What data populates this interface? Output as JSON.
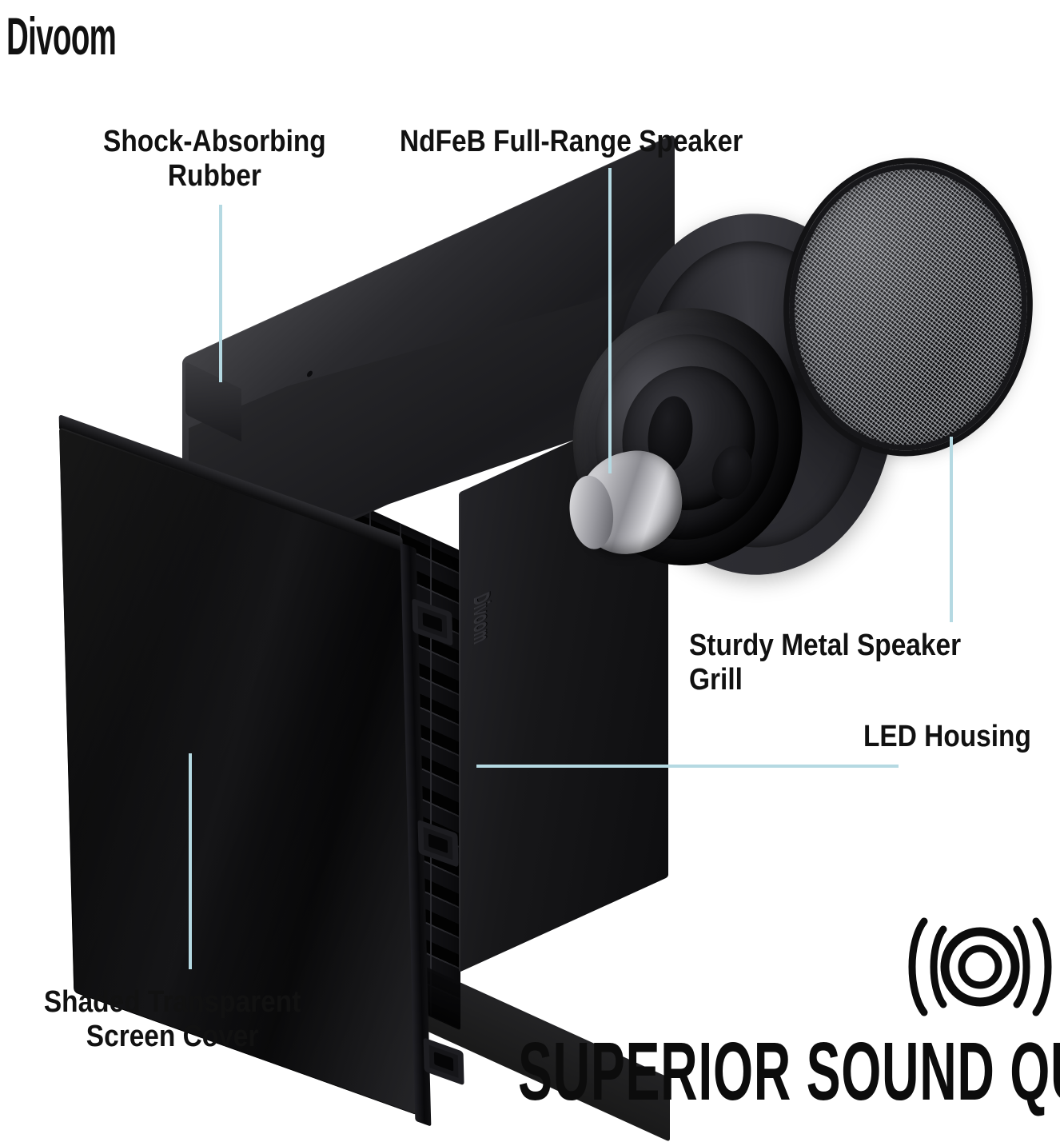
{
  "brand": {
    "name": "Divoom"
  },
  "headline": {
    "text": "SUPERIOR SOUND QUALITY"
  },
  "colors": {
    "leader_line": "#b5d9e2",
    "text": "#111111",
    "background": "#ffffff",
    "product_body": "#1a1a1d",
    "magnet_silver": "#c9c9cd"
  },
  "callouts": [
    {
      "id": "shock-absorbing-rubber",
      "label": "Shock-Absorbing\nRubber"
    },
    {
      "id": "ndfeb-full-range-speaker",
      "label": "NdFeB Full-Range Speaker"
    },
    {
      "id": "sturdy-metal-speaker-grill",
      "label": "Sturdy Metal Speaker Grill"
    },
    {
      "id": "led-housing",
      "label": "LED Housing"
    },
    {
      "id": "shaded-transparent-screen-cover",
      "label": "Shaded Transparent\nScreen Cover"
    }
  ],
  "product": {
    "side_emboss": "Divoom",
    "top_controls": [
      {
        "name": "power-icon"
      },
      {
        "name": "volume-down-icon"
      },
      {
        "name": "minus-icon"
      },
      {
        "name": "plus-icon"
      },
      {
        "name": "brightness-icon"
      }
    ]
  },
  "sound_icon": {
    "name": "sound-waves-icon"
  }
}
